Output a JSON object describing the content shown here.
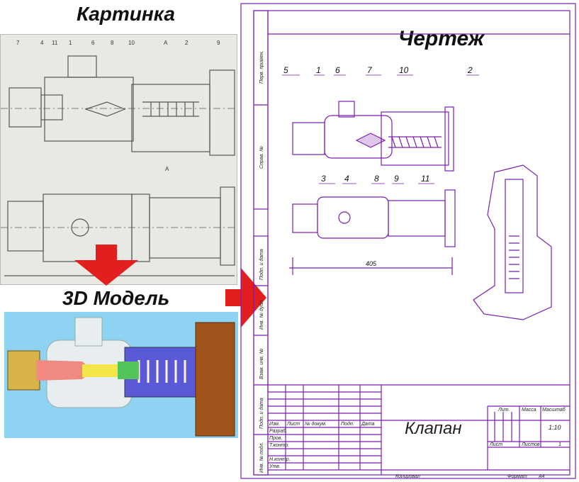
{
  "headings": {
    "picture": "Картинка",
    "model": "3D Модель",
    "drawing": "Чертеж"
  },
  "drawing": {
    "part_numbers_top": [
      "5",
      "1",
      "6",
      "7",
      "10",
      "2"
    ],
    "part_numbers_bottom": [
      "3",
      "4",
      "8",
      "9",
      "11"
    ],
    "dimension": "405",
    "side_labels": [
      "Перв. примен.",
      "Справ. №",
      "Подп. и дата",
      "Инв. № дубл.",
      "Взам. инв. №",
      "Подп. и дата",
      "Инв. № подл."
    ]
  },
  "photo_labels": [
    "7",
    "4",
    "11",
    "1",
    "6",
    "8",
    "10",
    "A",
    "2",
    "9",
    "A"
  ],
  "title_block": {
    "name": "Клапан",
    "col_headers": [
      "Изм.",
      "Лист",
      "№ докум.",
      "Подп.",
      "Дата"
    ],
    "rows": [
      "Разраб.",
      "Пров.",
      "Т.контр.",
      "",
      "Н.контр.",
      "Утв."
    ],
    "lit": "Лит.",
    "mass": "Масса",
    "scale_label": "Масштаб",
    "scale": "1:10",
    "sheet": "Лист",
    "sheets": "Листов",
    "sheets_count": "1",
    "copied": "Копировал",
    "format": "Формат",
    "format_value": "A4"
  },
  "colors": {
    "drawing_line": "#7a1fb0",
    "arrow_red": "#e31e1e",
    "model_bg": "#8fd3f3"
  }
}
